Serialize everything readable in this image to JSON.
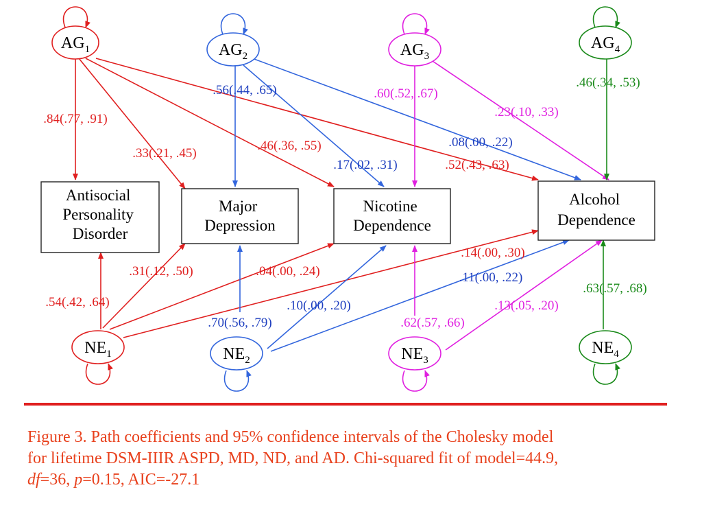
{
  "colors": {
    "red": "#e02020",
    "blue": "#3366dd",
    "blue_text": "#1f3fbf",
    "magenta": "#e020e0",
    "green": "#1a8a1a",
    "caption": "#e8401c"
  },
  "latent_factors": {
    "ag1": {
      "base": "AG",
      "sub": "1"
    },
    "ag2": {
      "base": "AG",
      "sub": "2"
    },
    "ag3": {
      "base": "AG",
      "sub": "3"
    },
    "ag4": {
      "base": "AG",
      "sub": "4"
    },
    "ne1": {
      "base": "NE",
      "sub": "1"
    },
    "ne2": {
      "base": "NE",
      "sub": "2"
    },
    "ne3": {
      "base": "NE",
      "sub": "3"
    },
    "ne4": {
      "base": "NE",
      "sub": "4"
    }
  },
  "observed": {
    "aspd": [
      "Antisocial",
      "Personality",
      "Disorder"
    ],
    "md": [
      "Major",
      "Depression"
    ],
    "nd": [
      "Nicotine",
      "Dependence"
    ],
    "ad": [
      "Alcohol",
      "Dependence"
    ]
  },
  "coefficients": {
    "ag1_aspd": ".84(.77, .91)",
    "ag1_md": ".33(.21, .45)",
    "ag1_nd": ".46(.36, .55)",
    "ag1_ad": ".52(.43, .63)",
    "ag2_md": ".56(.44, .65)",
    "ag2_nd": ".17(.02, .31)",
    "ag2_ad": ".08(.00, .22)",
    "ag3_nd": ".60(.52, .67)",
    "ag3_ad": ".23(.10, .33)",
    "ag4_ad": ".46(.34, .53)",
    "ne1_aspd": ".54(.42, .64)",
    "ne1_md": ".31(.12, .50)",
    "ne1_nd": ".04(.00, .24)",
    "ne1_ad": ".14(.00, .30)",
    "ne2_md": ".70(.56, .79)",
    "ne2_nd": ".10(.00, .20)",
    "ne2_ad": ".11(.00, .22)",
    "ne3_nd": ".62(.57, .66)",
    "ne3_ad": ".13(.05, .20)",
    "ne4_ad": ".63(.57, .68)"
  },
  "caption": {
    "line1": "Figure 3. Path coefficients and 95% confidence intervals of the Cholesky model",
    "line2": "for lifetime DSM-IIIR ASPD, MD, ND, and AD. Chi-squared fit of model=44.9,",
    "line3_df": "df",
    "line3_df_val": "=36, ",
    "line3_p": "p",
    "line3_rest": "=0.15, AIC=-27.1"
  }
}
